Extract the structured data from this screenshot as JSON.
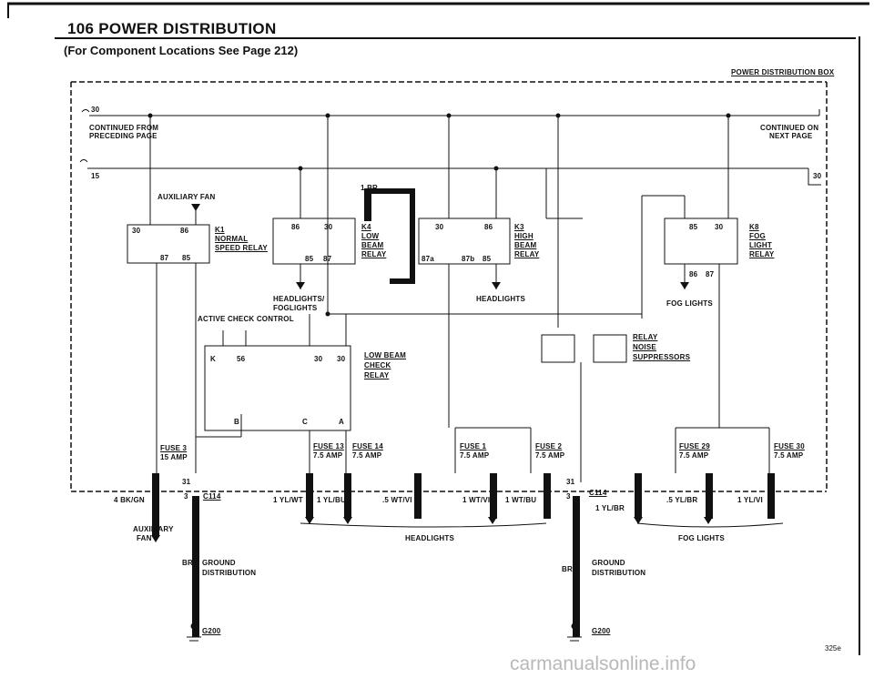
{
  "header": {
    "title": "106  POWER DISTRIBUTION",
    "subtitle": "(For Component Locations See Page 212)"
  },
  "box_label": "POWER DISTRIBUTION BOX",
  "terminals": {
    "t30_left": "30",
    "t15_left": "15",
    "t30_right": "30",
    "continued_from": [
      "CONTINUED FROM",
      "PRECEDING PAGE"
    ],
    "continued_on": [
      "CONTINUED ON",
      "NEXT PAGE"
    ]
  },
  "relays": {
    "k1": {
      "id": "K1",
      "name": [
        "NORMAL",
        "SPEED RELAY"
      ],
      "pins": [
        "30",
        "86",
        "87",
        "85"
      ],
      "load": "AUXILIARY FAN"
    },
    "k4": {
      "id": "K4",
      "name": [
        "LOW",
        "BEAM",
        "RELAY"
      ],
      "pins": [
        "86",
        "30",
        "85",
        "87"
      ],
      "load": [
        "HEADLIGHTS/",
        "FOGLIGHTS"
      ]
    },
    "k3": {
      "id": "K3",
      "name": [
        "HIGH",
        "BEAM",
        "RELAY"
      ],
      "pins": [
        "30",
        "86",
        "87a",
        "87b",
        "85"
      ],
      "load": "HEADLIGHTS"
    },
    "k8": {
      "id": "K8",
      "name": [
        "FOG",
        "LIGHT",
        "RELAY"
      ],
      "pins": [
        "85",
        "30",
        "86",
        "87"
      ],
      "load": "FOG LIGHTS"
    },
    "check": {
      "name": [
        "LOW BEAM",
        "CHECK",
        "RELAY"
      ],
      "pins": [
        "K",
        "56",
        "30",
        "30",
        "B",
        "C",
        "A"
      ],
      "load": "ACTIVE CHECK CONTROL"
    },
    "suppressors": [
      "RELAY",
      "NOISE",
      "SUPPRESSORS"
    ]
  },
  "wire_1br": "1 BR",
  "fuses": [
    {
      "name": "FUSE 3",
      "rating": "15 AMP"
    },
    {
      "name": "FUSE 13",
      "rating": "7.5 AMP"
    },
    {
      "name": "FUSE 14",
      "rating": "7.5 AMP"
    },
    {
      "name": "FUSE 1",
      "rating": "7.5 AMP"
    },
    {
      "name": "FUSE 2",
      "rating": "7.5 AMP"
    },
    {
      "name": "FUSE 29",
      "rating": "7.5 AMP"
    },
    {
      "name": "FUSE 30",
      "rating": "7.5 AMP"
    }
  ],
  "connectors": {
    "left": {
      "id": "C114",
      "pin_top": "31",
      "pin_side": "3"
    },
    "right": {
      "id": "C114",
      "pin_top": "31",
      "pin_side": "3"
    }
  },
  "wires": {
    "aux": "4 BK/GN",
    "f13": "1 YL/WT",
    "f14": "1 YL/BU",
    "f1a": ".5 WT/VI",
    "f1b": "1 WT/VI",
    "f2": "1 WT/BU",
    "right_c114": "1 YL/BR",
    "f29": ".5 YL/BR",
    "f30": "1 YL/VI"
  },
  "loads_bottom": {
    "aux_fan": [
      "AUXILIARY",
      "FAN"
    ],
    "headlights": "HEADLIGHTS",
    "foglights": "FOG LIGHTS"
  },
  "ground": {
    "wire": "BR",
    "label": [
      "GROUND",
      "DISTRIBUTION"
    ],
    "id_left": "G200",
    "id_right": "G200"
  },
  "page_code": "325e",
  "watermark": "carmanualsonline.info"
}
